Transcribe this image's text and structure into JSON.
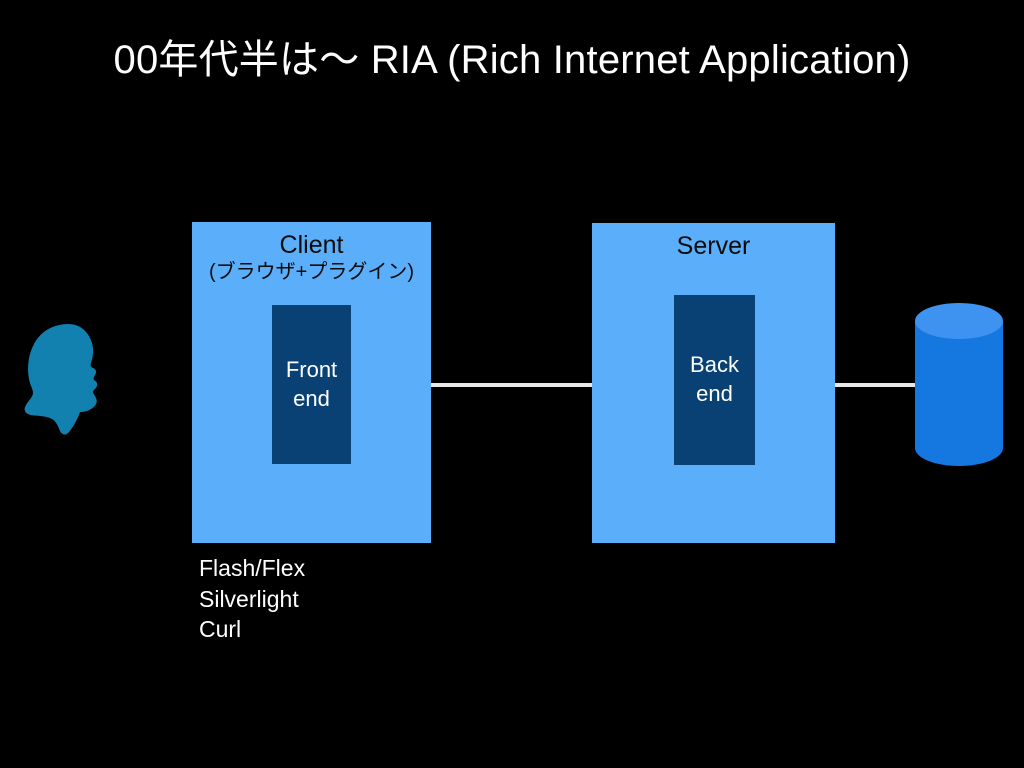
{
  "slide": {
    "title": "00年代半は〜 RIA (Rich Internet Application)",
    "background_color": "#000000"
  },
  "colors": {
    "background": "#000000",
    "outer_box": "#5BAFFA",
    "inner_box": "#0A4174",
    "connector": "#E8E8E8",
    "person_icon": "#1281B0",
    "database_body": "#1577E0",
    "database_top": "#3F93F0",
    "text_light": "#FFFFFF",
    "text_dark": "#0B0B0B"
  },
  "diagram": {
    "person": {
      "icon": "user-head-silhouette-icon",
      "label": ""
    },
    "client": {
      "label": "Client",
      "sublabel": "(ブラウザ+プラグイン)",
      "inner": {
        "label": "Front\nend"
      }
    },
    "server": {
      "label": "Server",
      "sublabel": "",
      "inner": {
        "label": "Back\nend"
      }
    },
    "database": {
      "icon": "database-cylinder-icon",
      "label": ""
    },
    "connectors": [
      {
        "name": "client-to-server",
        "from": "Client",
        "to": "Server"
      },
      {
        "name": "server-to-database",
        "from": "Server",
        "to": "Database"
      }
    ]
  },
  "tech_list": {
    "items": [
      "Flash/Flex",
      "Silverlight",
      "Curl"
    ]
  }
}
